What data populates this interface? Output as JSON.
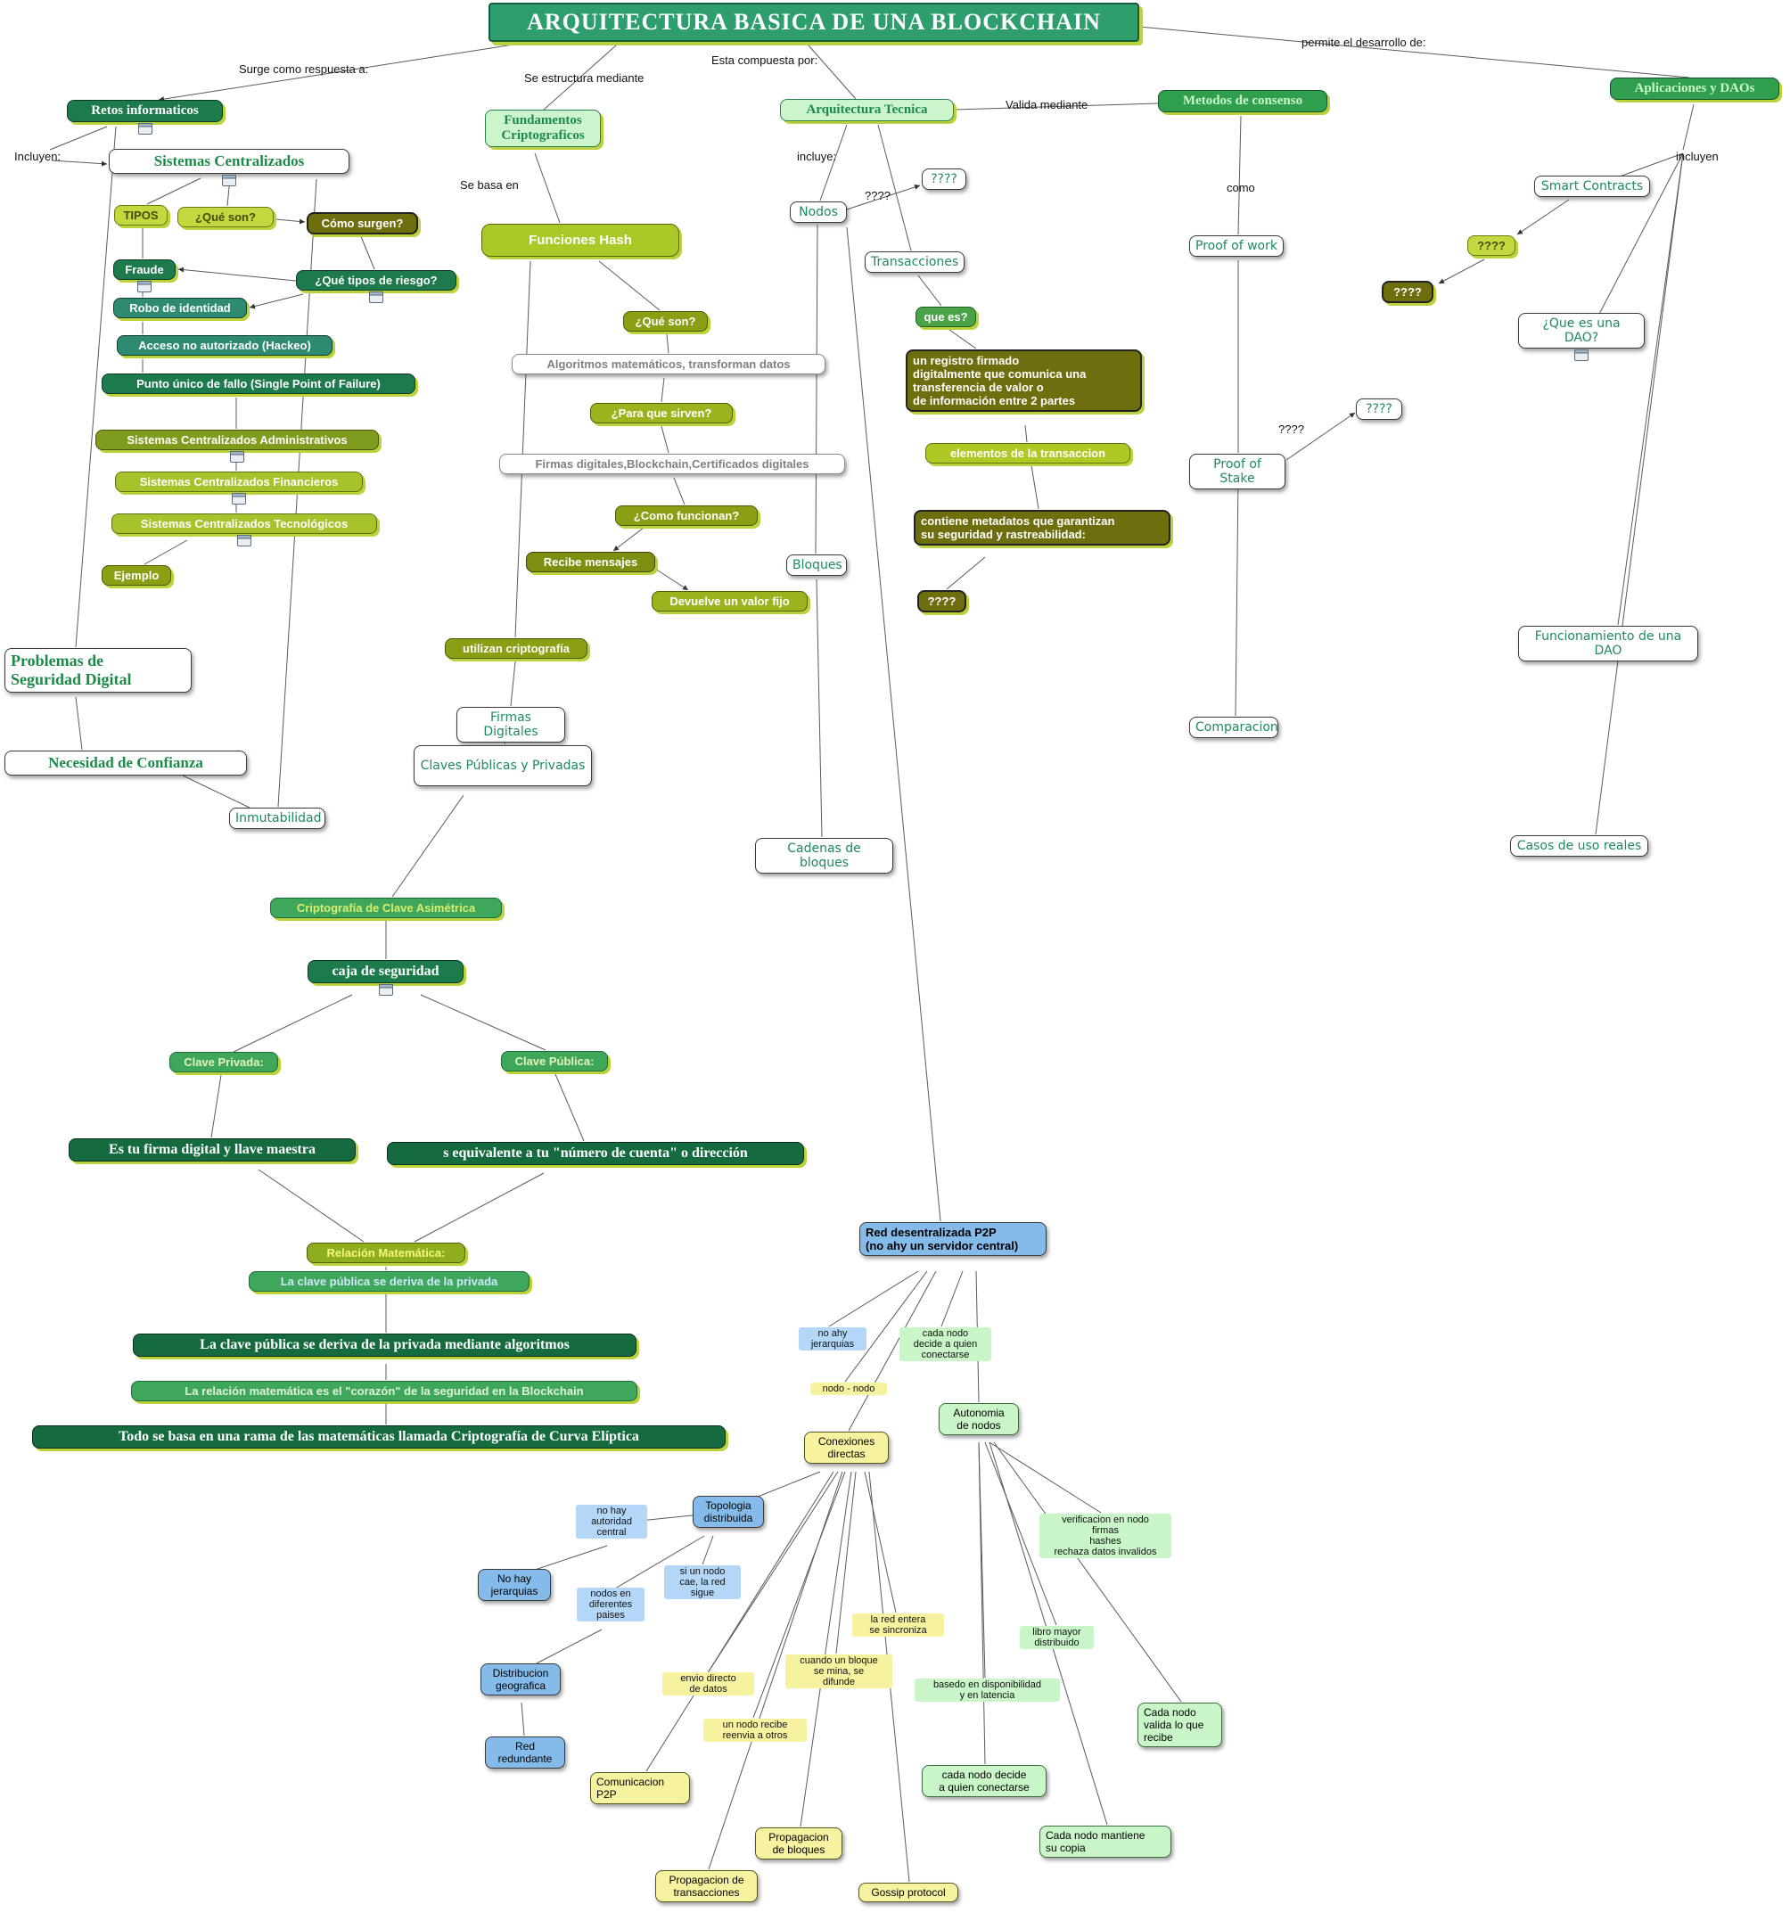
{
  "title": "ARQUITECTURA BASICA DE UNA BLOCKCHAIN",
  "palette": {
    "title_green": "#2f9e6e",
    "dark_green": "#1d7a4c",
    "teal_green": "#2e8b72",
    "yellow_green": "#c3d83e",
    "olive": "#8c9e14",
    "dark_olive": "#6e6e0e",
    "pale_green_box": "#ccf5cc",
    "consensus_green": "#2f9e4f",
    "green_bar": "#3fa75c",
    "statement_green": "#156b3f",
    "blue_box": "#85bbea",
    "pale_blue_label": "#b5d7f7",
    "yellow_box": "#f6f2a0",
    "pale_green_label": "#c9f5c9",
    "shadow_yellow_green": "#bcd23c"
  },
  "edge_labels": {
    "surge": "Surge como respuesta a:",
    "estructura": "Se estructura mediante",
    "compuesta": "Esta compuesta por:",
    "permite": "permite el desarrollo de:",
    "valida": "Valida mediante",
    "incluyen_left": "Incluyen:",
    "se_basa": "Se basa en",
    "incluye": "incluye:",
    "como": "como",
    "incluyen_right": "incluyen",
    "qm_a": "????",
    "qm_b": "????"
  },
  "nodes": {
    "retos_informaticos": "Retos informaticos",
    "sistemas_centralizados": "Sistemas Centralizados",
    "tipos": "TIPOS",
    "que_son_tipos": "¿Qué son?",
    "como_surgen": "Cómo surgen?",
    "fraude": "Fraude",
    "que_tipos_riesgo": "¿Qué tipos de riesgo?",
    "robo_identidad": "Robo de identidad",
    "acceso_no_autorizado": "Acceso no autorizado (Hackeo)",
    "punto_unico_fallo": "Punto único de fallo (Single Point of Failure)",
    "sc_administrativos": "Sistemas Centralizados Administrativos",
    "sc_financieros": "Sistemas Centralizados Financieros",
    "sc_tecnologicos": "Sistemas Centralizados Tecnológicos",
    "ejemplo": "Ejemplo",
    "problemas_seguridad": "Problemas de\nSeguridad  Digital",
    "necesidad_confianza": "Necesidad de Confianza",
    "inmutabilidad": "Inmutabilidad",
    "fundamentos_cripto": "Fundamentos\nCriptograficos",
    "funciones_hash": "Funciones Hash",
    "que_son_hash": "¿Qué son?",
    "algoritmos_matematicos": "Algoritmos matemáticos, transforman datos",
    "para_que_sirven": "¿Para que sirven?",
    "firmas_lista": "Firmas digitales,Blockchain,Certificados digitales",
    "como_funcionan": "¿Como funcionan?",
    "recibe_mensajes": "Recibe mensajes",
    "devuelve_valor_fijo": "Devuelve un valor fijo",
    "utilizan_criptografia": "utilizan criptografía",
    "firmas_digitales": "Firmas Digitales",
    "claves_publicas_privadas": "Claves Públicas y Privadas",
    "cripto_clave_asimetrica": "Criptografía de Clave Asimétrica",
    "caja_de_seguridad": "caja de seguridad",
    "clave_privada": "Clave Privada:",
    "clave_publica": "Clave Pública:",
    "firma_digital_llave": "Es tu firma digital y llave maestra",
    "equivalente_numero_cuenta": "s equivalente a tu \"número de cuenta\" o dirección",
    "relacion_matematica": "Relación Matemática:",
    "clave_deriva_privada": "La clave pública se deriva de la privada",
    "deriva_mediante_algoritmos": "La clave pública se deriva de la privada mediante algoritmos",
    "corazon_seguridad": "La relación matemática es el \"corazón\" de la seguridad en la Blockchain",
    "curva_eliptica": "Todo se basa en una rama de las matemáticas llamada Criptografía de Curva Elíptica",
    "arquitectura_tecnica": "Arquitectura Tecnica",
    "nodos": "Nodos",
    "qm_nodos": "????",
    "transacciones": "Transacciones",
    "que_es_transaccion": "que es?",
    "registro_firmado": "un registro firmado\ndigitalmente que comunica una\ntransferencia de valor o\nde información entre 2 partes",
    "elementos_transaccion": "elementos de la transaccion",
    "contiene_metadatos": "contiene metadatos que garantizan\nsu seguridad y rastreabilidad:",
    "qm_metadatos": "????",
    "bloques": "Bloques",
    "cadenas_de_bloques": "Cadenas de bloques",
    "metodos_consenso": "Metodos de consenso",
    "proof_of_work": "Proof of work",
    "proof_of_stake": "Proof of Stake",
    "qm_stake": "????",
    "comparacion": "Comparacion",
    "aplicaciones_daos": "Aplicaciones y DAOs",
    "smart_contracts": "Smart Contracts",
    "qm_smart_1": "????",
    "qm_smart_2": "????",
    "que_es_dao": "¿Que es una DAO?",
    "funcionamiento_dao": "Funcionamiento de una DAO",
    "casos_uso_reales": "Casos de uso reales",
    "red_p2p": "Red desentralizada P2P\n(no ahy un servidor central)",
    "no_ahy_jerarquias": "no ahy\njerarquias",
    "cada_nodo_decide": "cada nodo\ndecide a quien\nconectarse",
    "nodo_nodo": "nodo - nodo",
    "conexiones_directas": "Conexiones\ndirectas",
    "autonomia_nodos": "Autonomia\nde nodos",
    "topologia_distribuida": "Topologia\ndistribuida",
    "no_hay_autoridad_central": "no hay\nautoridad\ncentral",
    "no_hay_jerarquias": "No hay\njerarquias",
    "si_un_nodo_cae": "si un nodo\ncae, la red\nsigue",
    "nodos_diferentes_paises": "nodos en\ndiferentes\npaises",
    "distribucion_geografica": "Distribucion\ngeografica",
    "red_redundante": "Red\nredundante",
    "envio_directo_datos": "envio directo\nde datos",
    "nodo_recibe_reenvia": "un nodo recibe\nreenvia a otros",
    "comunicacion_p2p": "Comunicacion\nP2P",
    "propagacion_bloques": "Propagacion\nde bloques",
    "propagacion_transacciones": "Propagacion de\ntransacciones",
    "bloque_mina_difunde": "cuando un bloque\nse mina, se\ndifunde",
    "red_entera_sincroniza": "la red entera\nse sincroniza",
    "gossip_protocol": "Gossip protocol",
    "verificacion_en_nodo": "verificacion en nodo\nfirmas\nhashes\nrechaza datos invalidos",
    "libro_mayor_distribuido": "libro mayor\ndistribuido",
    "basedo_disponibilidad": "basedo en disponibilidad\ny en latencia",
    "cada_nodo_decide_conectarse": "cada nodo decide\na quien conectarse",
    "cada_nodo_valida": "Cada nodo\nvalida lo que\nrecibe",
    "cada_nodo_mantiene_copia": "Cada nodo mantiene\nsu copia"
  }
}
